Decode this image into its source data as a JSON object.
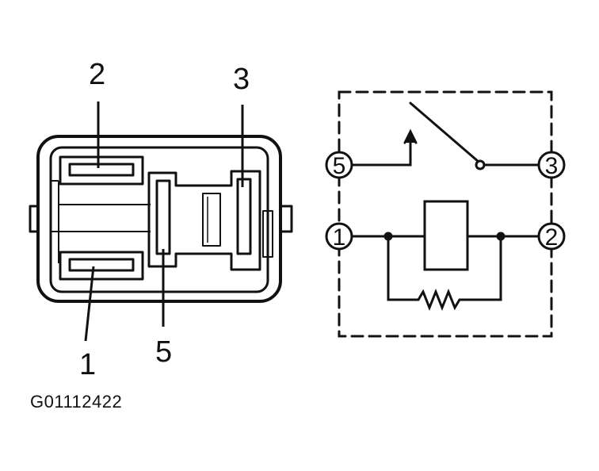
{
  "connector": {
    "labels": {
      "pin1": "1",
      "pin2": "2",
      "pin3": "3",
      "pin5": "5"
    }
  },
  "schematic": {
    "terminals": {
      "t5": "5",
      "t3": "3",
      "t1": "1",
      "t2": "2"
    }
  },
  "caption": "G01112422"
}
